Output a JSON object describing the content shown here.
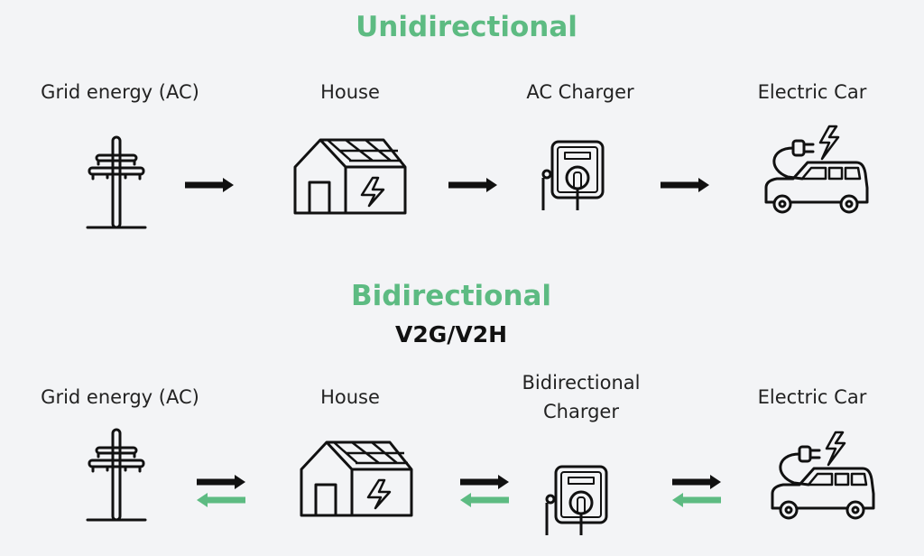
{
  "colors": {
    "accent": "#5dbb82",
    "arrow": "#111111",
    "background": "#f3f4f6"
  },
  "unidirectional": {
    "title": "Unidirectional",
    "labels": [
      "Grid energy (AC)",
      "House",
      "AC Charger",
      "Electric Car"
    ]
  },
  "bidirectional": {
    "title": "Bidirectional",
    "subtitle": "V2G/V2H",
    "labels": [
      "Grid energy (AC)",
      "House",
      "Bidirectional",
      "Charger",
      "Electric Car"
    ]
  }
}
